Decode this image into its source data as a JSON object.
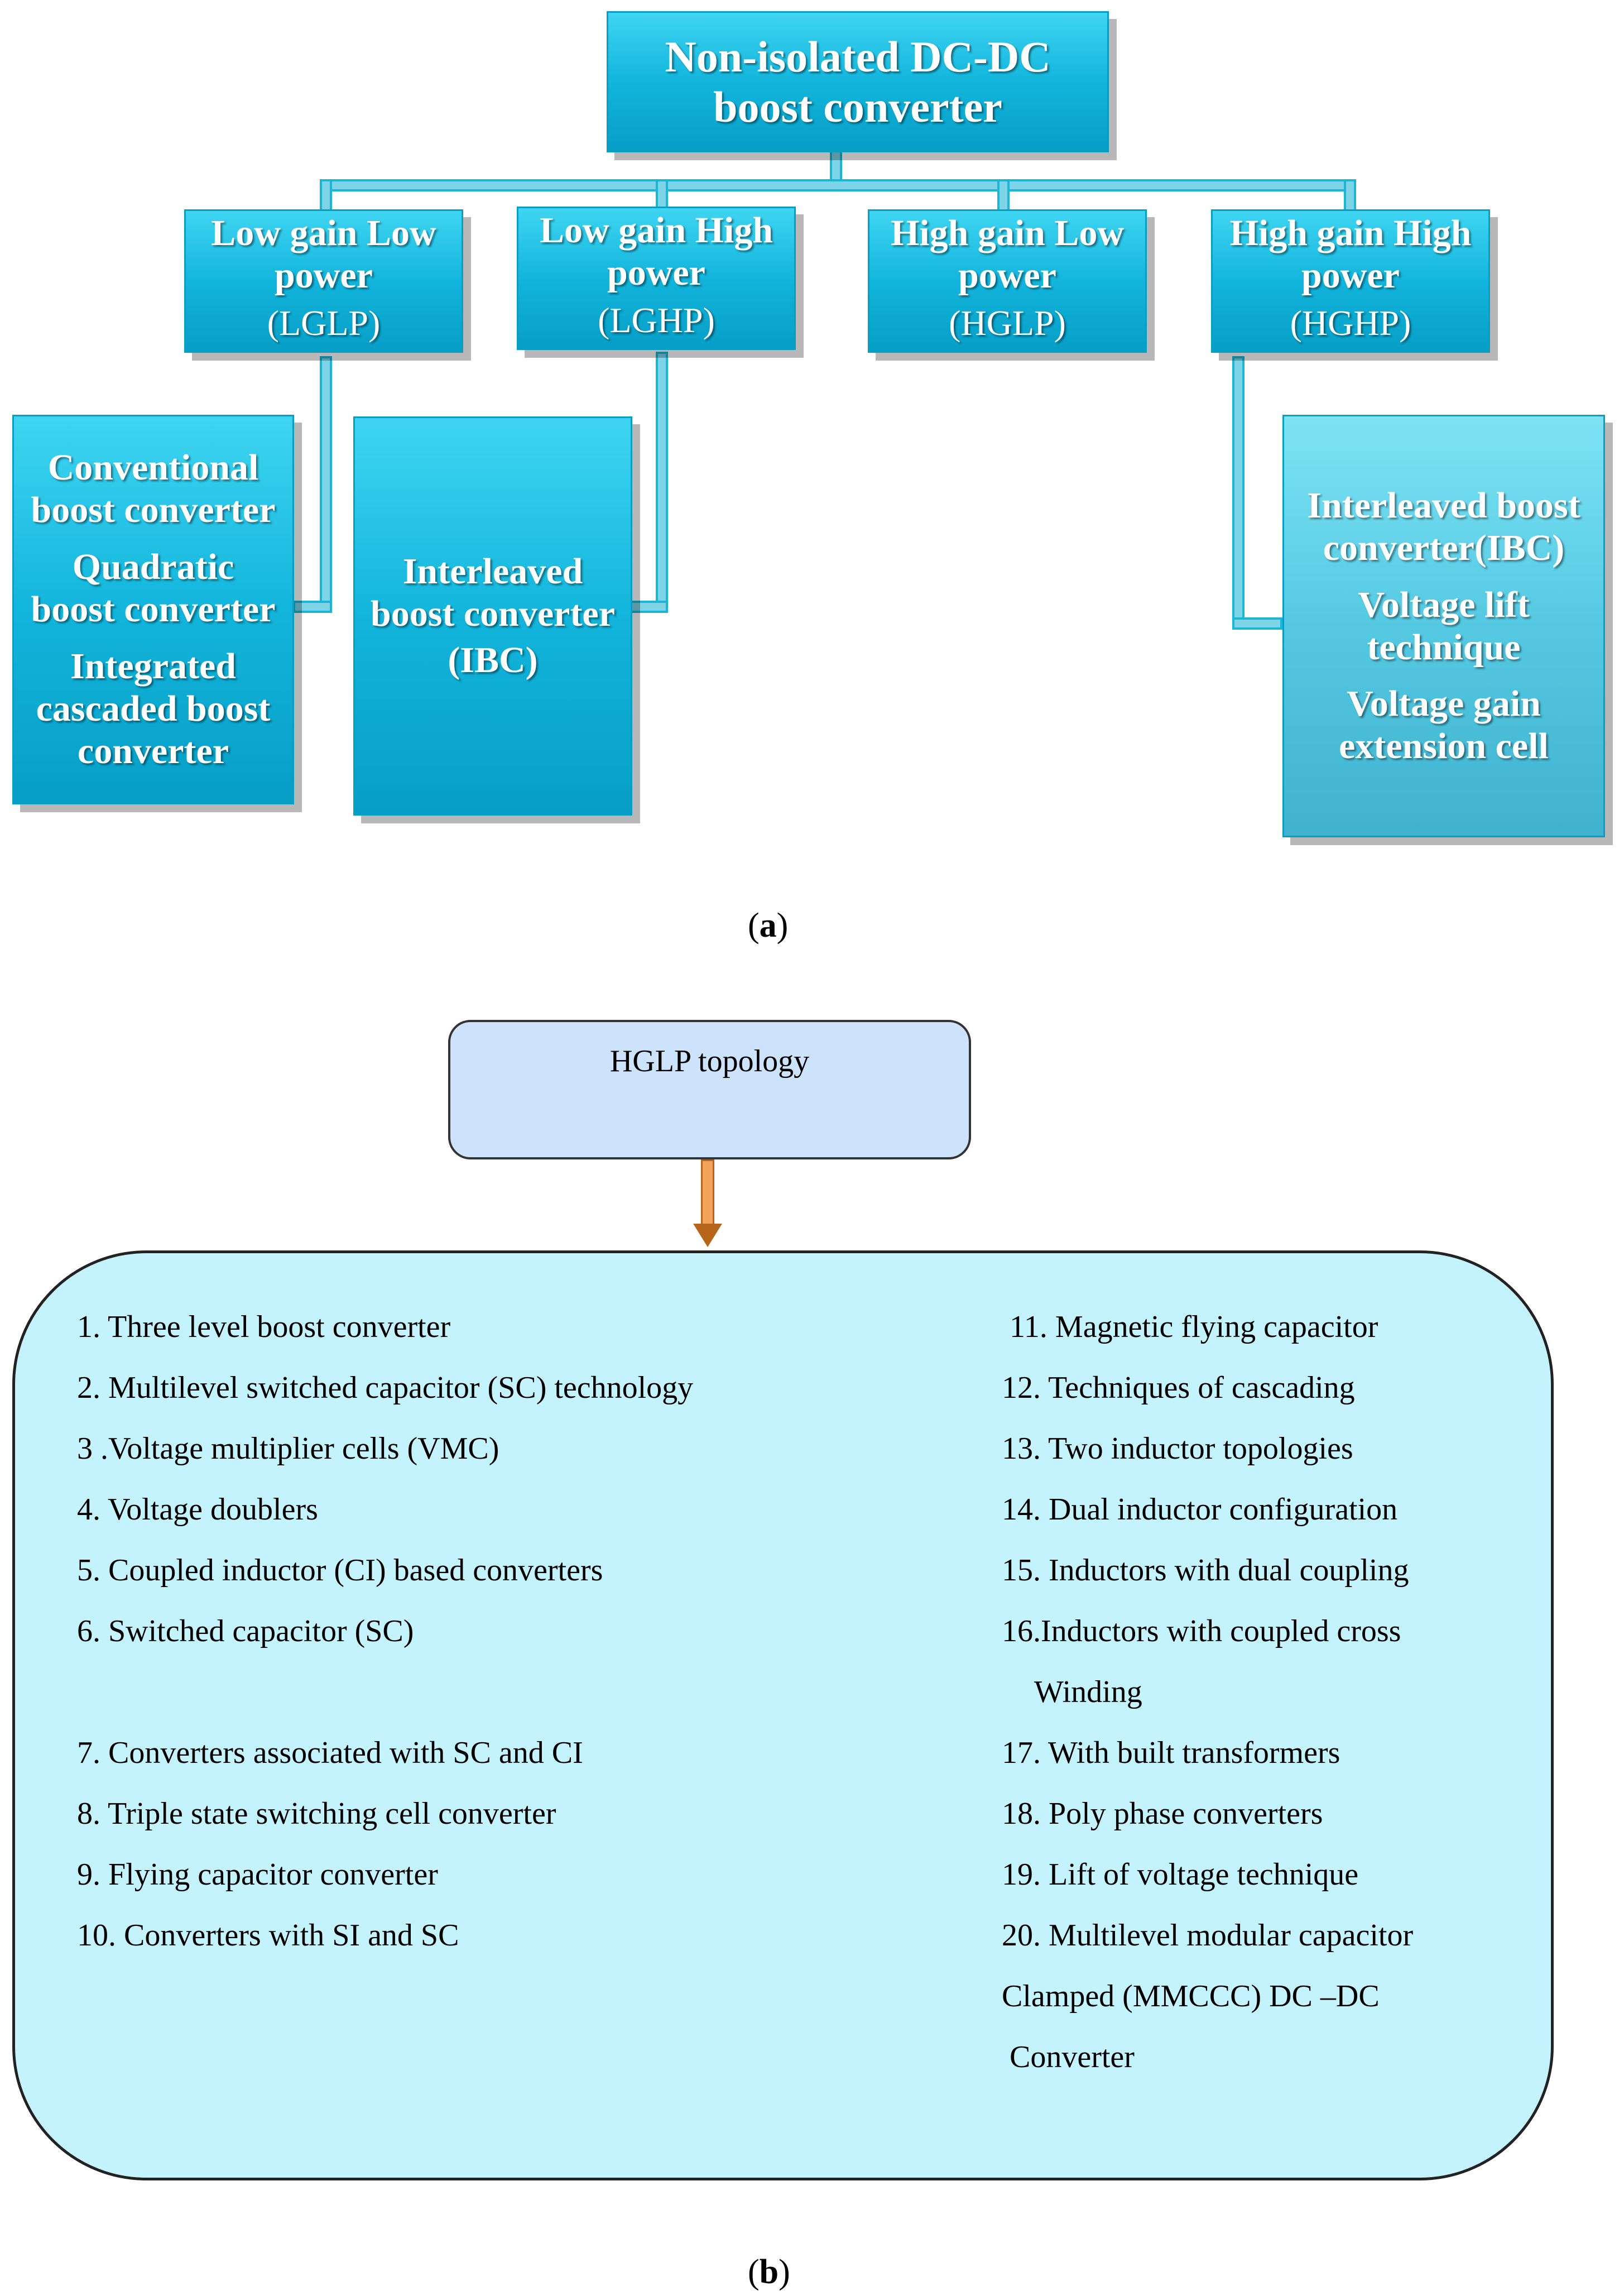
{
  "figure_a": {
    "root": [
      "Non-isolated DC-DC",
      "boost converter"
    ],
    "categories": [
      {
        "id": "lglp",
        "lines": [
          "Low gain Low",
          "power"
        ],
        "abbr": "(LGLP)"
      },
      {
        "id": "lghp",
        "lines": [
          "Low gain High",
          "power"
        ],
        "abbr": "(LGHP)"
      },
      {
        "id": "hglp",
        "lines": [
          "High gain Low",
          "power"
        ],
        "abbr": "(HGLP)"
      },
      {
        "id": "hghp",
        "lines": [
          "High gain High",
          "power"
        ],
        "abbr": "(HGHP)"
      }
    ],
    "leaves": {
      "lglp": [
        [
          "Conventional",
          "boost converter"
        ],
        [
          "Quadratic",
          "boost converter"
        ],
        [
          "Integrated",
          "cascaded boost",
          "converter"
        ]
      ],
      "lghp": [
        [
          "Interleaved",
          "boost converter"
        ],
        [
          "(IBC)"
        ]
      ],
      "hghp": [
        [
          "Interleaved boost",
          "converter(IBC)"
        ],
        [
          "Voltage lift",
          "technique"
        ],
        [
          "Voltage gain",
          "extension cell"
        ]
      ]
    },
    "caption": "a"
  },
  "figure_b": {
    "title": "HGLP topology",
    "left_items": [
      "1. Three level boost converter",
      "2. Multilevel switched capacitor (SC) technology",
      "3 .Voltage multiplier cells (VMC)",
      "4. Voltage doublers",
      "5. Coupled inductor (CI) based converters",
      "6. Switched capacitor (SC)",
      "",
      "7. Converters associated with SC and CI",
      "8. Triple state switching cell converter",
      "9. Flying capacitor converter",
      "10. Converters with SI and SC"
    ],
    "right_items": [
      "11. Magnetic flying capacitor",
      "12. Techniques of cascading",
      "13. Two inductor topologies",
      "14. Dual inductor configuration",
      "15. Inductors with dual coupling",
      "16.Inductors with coupled cross",
      "Winding",
      "17. With built transformers",
      "18. Poly phase converters",
      "19. Lift of voltage technique",
      "20. Multilevel modular capacitor",
      "Clamped (MMCCC) DC –DC",
      "Converter"
    ],
    "caption": "b"
  }
}
